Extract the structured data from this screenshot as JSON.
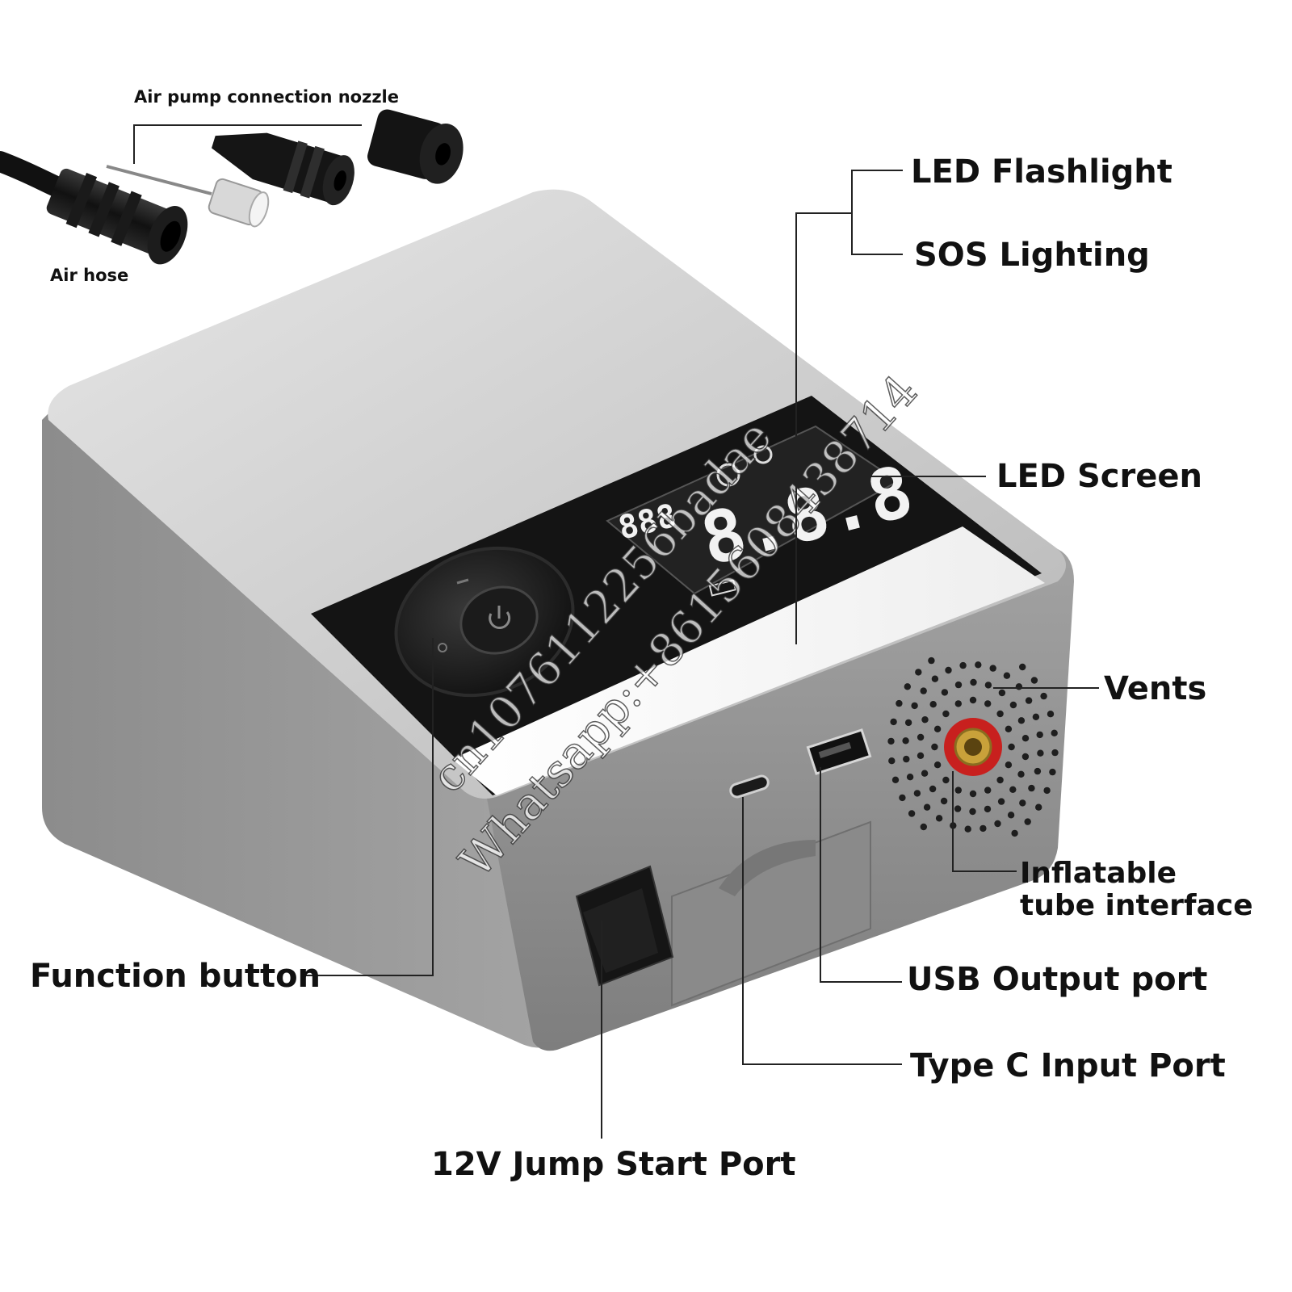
{
  "labels": {
    "nozzle": "Air pump connection nozzle",
    "air_hose": "Air hose",
    "led_flashlight": "LED Flashlight",
    "sos_lighting": "SOS Lighting",
    "led_screen": "LED Screen",
    "vents": "Vents",
    "inflatable_line1": "Inflatable",
    "inflatable_line2": "tube interface",
    "function_button": "Function button",
    "usb_output": "USB Output port",
    "type_c_input": "Type C Input Port",
    "jump_start": "12V Jump Start Port"
  },
  "display": {
    "small_digits": "888",
    "big_digits": "8.8.8"
  },
  "watermark": {
    "line1": "cn1076112256badae",
    "line2": "Whatsapp:+8615608438714"
  },
  "colors": {
    "casing": "#9a9a9a",
    "top_surface": "#d6d6d6",
    "panel": "#141414",
    "accent_red": "#c8201e",
    "brass": "#c9a13a"
  }
}
